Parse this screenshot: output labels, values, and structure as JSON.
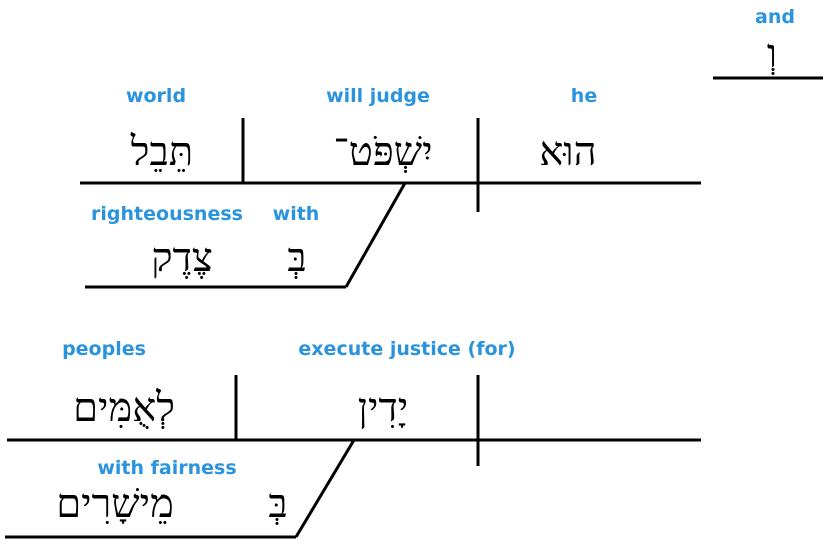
{
  "colors": {
    "gloss": "#2a93de",
    "line": "#000000",
    "background": "#ffffff"
  },
  "clause1": {
    "conjunction": {
      "gloss": "and",
      "hebrew": "וְ"
    },
    "subject": {
      "gloss": "he",
      "hebrew": "הוּא"
    },
    "verb": {
      "gloss": "will judge",
      "hebrew": "יִשְׁפֹּט־"
    },
    "object": {
      "gloss": "world",
      "hebrew": "תֵּבֵל"
    },
    "modifier": {
      "preposition": {
        "gloss": "with",
        "hebrew": "בְּ"
      },
      "object": {
        "gloss": "righteousness",
        "hebrew": "צֶדֶק"
      }
    }
  },
  "clause2": {
    "verb": {
      "gloss": "execute justice (for)",
      "hebrew": "יָדִין"
    },
    "object": {
      "gloss": "peoples",
      "hebrew": "לְאֻמִּים"
    },
    "modifier": {
      "gloss": "with fairness",
      "preposition": {
        "hebrew": "בְּ"
      },
      "object": {
        "hebrew": "מֵישָׁרִים"
      }
    }
  }
}
